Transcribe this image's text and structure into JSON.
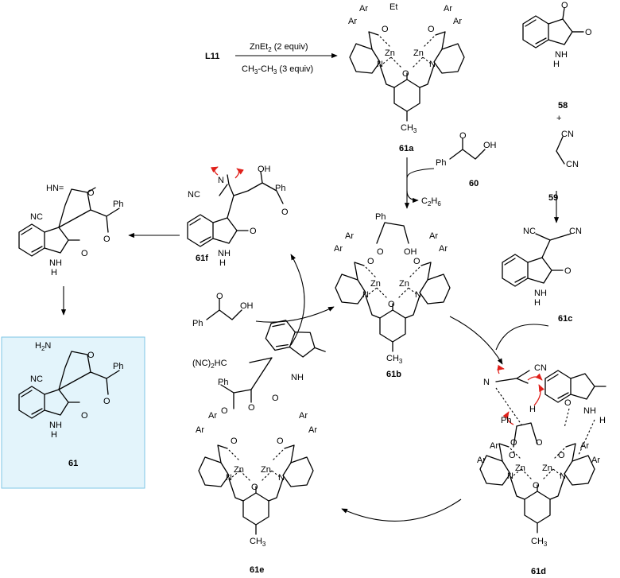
{
  "reagents": {
    "start_label": "L11",
    "zinc_reagent": "ZnEt",
    "zinc_sub": "2",
    "zinc_equiv": " (2 equiv)",
    "solvent": "CH",
    "solvent_sub": "3",
    "solvent_mid": "-CH",
    "solvent_sub2": "3",
    "solvent_equiv": " (3 equiv)"
  },
  "compounds": {
    "c61a": "61a",
    "c58": "58",
    "c59": "59",
    "c60": "60",
    "c61b": "61b",
    "c61c": "61c",
    "c61d": "61d",
    "c61e": "61e",
    "c61f": "61f",
    "c61": "61",
    "plus": "+",
    "byproduct": "C",
    "byproduct_sub1": "2",
    "byproduct_H": "H",
    "byproduct_sub2": "6"
  },
  "atoms": {
    "Ar": "Ar",
    "Zn": "Zn",
    "N": "N",
    "O": "O",
    "OH": "OH",
    "Et": "Et",
    "CH3": "CH",
    "CH3_sub": "3",
    "NH": "NH",
    "H": "H",
    "CN": "CN",
    "NC": "NC",
    "Ph": "Ph",
    "HN_eq": "HN",
    "NH2": "H",
    "NH2_sub": "2",
    "NH2_N": "N",
    "NC2HC": "(NC)",
    "NC2HC_sub": "2",
    "NC2HC_end": "HC",
    "imine": "HN=",
    "nitrile_N": "N"
  }
}
